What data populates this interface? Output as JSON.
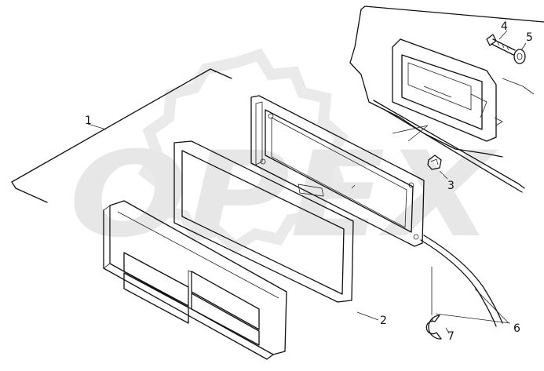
{
  "watermark": {
    "text": "OPEX",
    "color": "#d4d4d4"
  },
  "stamp": "",
  "callouts": [
    {
      "id": "1",
      "label": "1"
    },
    {
      "id": "2",
      "label": "2"
    },
    {
      "id": "3",
      "label": "3"
    },
    {
      "id": "4",
      "label": "4"
    },
    {
      "id": "5",
      "label": "5"
    },
    {
      "id": "6",
      "label": "6"
    },
    {
      "id": "7",
      "label": "7"
    }
  ],
  "colors": {
    "line": "#111111",
    "background": "#ffffff"
  }
}
